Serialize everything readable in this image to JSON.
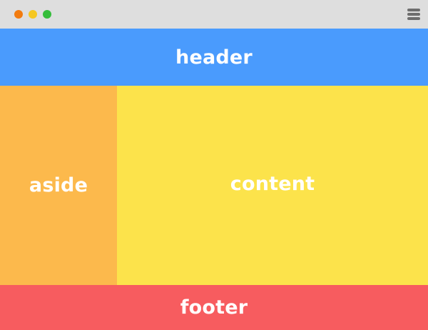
{
  "window": {
    "titlebar_color": "#dedede",
    "controls": {
      "close_color": "#f27b0f",
      "minimize_color": "#f5c722",
      "maximize_color": "#35bd3b"
    },
    "menu_icon": "hamburger-menu-icon"
  },
  "layout": {
    "header": {
      "label": "header",
      "color": "#4a9bfd"
    },
    "aside": {
      "label": "aside",
      "color": "#fcb94c"
    },
    "content": {
      "label": "content",
      "color": "#fce34b"
    },
    "footer": {
      "label": "footer",
      "color": "#f75c5f"
    }
  }
}
